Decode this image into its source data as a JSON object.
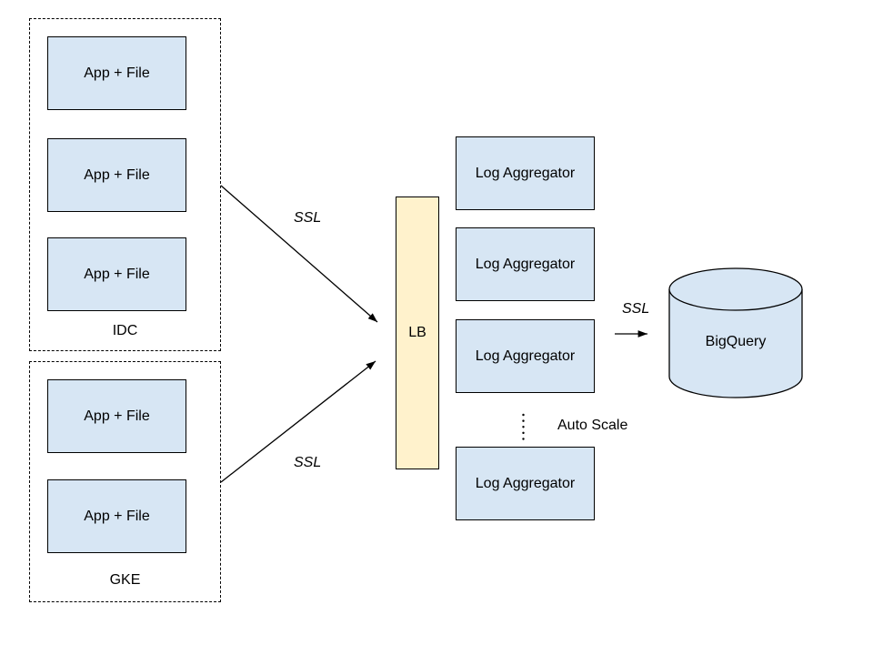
{
  "groups": {
    "idc": {
      "label": "IDC",
      "nodes": [
        "App + File",
        "App + File",
        "App + File"
      ]
    },
    "gke": {
      "label": "GKE",
      "nodes": [
        "App + File",
        "App + File"
      ]
    }
  },
  "load_balancer": {
    "label": "LB"
  },
  "aggregator_cluster": {
    "nodes": [
      "Log Aggregator",
      "Log Aggregator",
      "Log Aggregator",
      "Log Aggregator"
    ],
    "auto_scale_label": "Auto Scale"
  },
  "database": {
    "label": "BigQuery"
  },
  "edges": {
    "idc_to_lb": {
      "label": "SSL"
    },
    "gke_to_lb": {
      "label": "SSL"
    },
    "aggregators_to_bigquery": {
      "label": "SSL"
    }
  },
  "icons": {
    "auto_scale_ellipsis": "vertical-ellipsis"
  },
  "colors": {
    "node_fill": "#D7E6F4",
    "lb_fill": "#FFF2CC",
    "stroke": "#000000",
    "text": "#000000",
    "background": "#FFFFFF"
  }
}
